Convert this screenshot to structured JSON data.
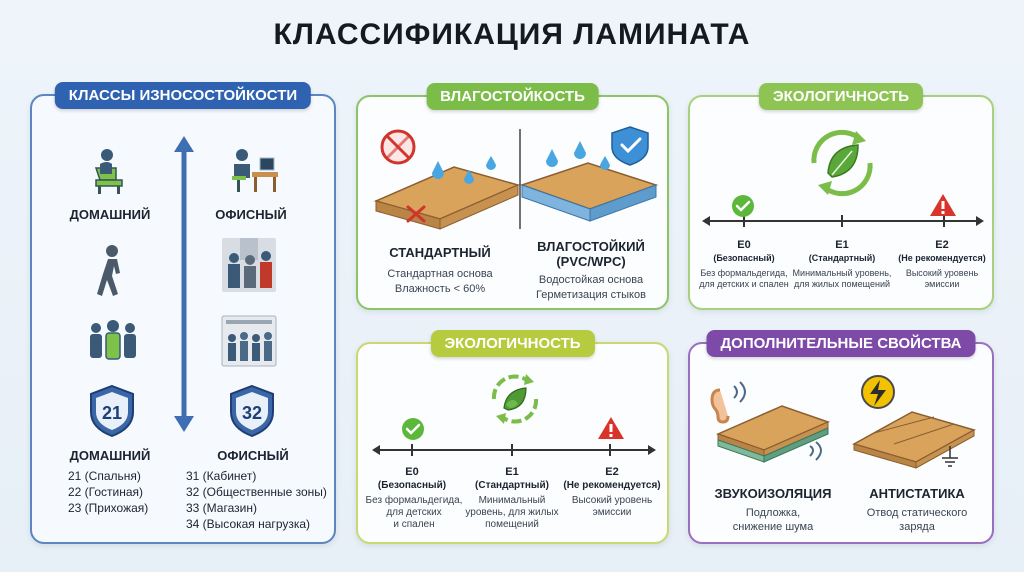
{
  "title": "КЛАССИФИКАЦИЯ ЛАМИНАТА",
  "wear": {
    "header": "КЛАССЫ ИЗНОСОСТОЙКОСТИ",
    "home_label_top": "ДОМАШНИЙ",
    "office_label_top": "ОФИСНЫЙ",
    "home_badge": "21",
    "office_badge": "32",
    "home_label": "ДОМАШНИЙ",
    "office_label": "ОФИСНЫЙ",
    "home_list": [
      "21 (Спальня)",
      "22 (Гостиная)",
      "23 (Прихожая)"
    ],
    "office_list": [
      "31 (Кабинет)",
      "32 (Общественные зоны)",
      "33 (Магазин)",
      "34 (Высокая нагрузка)"
    ]
  },
  "moisture": {
    "header": "ВЛАГОСТОЙКОСТЬ",
    "standard": {
      "title": "СТАНДАРТНЫЙ",
      "line1": "Стандартная основа",
      "line2": "Влажность < 60%"
    },
    "resistant": {
      "title": "ВЛАГОСТОЙКИЙ",
      "title2": "(PVC/WPC)",
      "line1": "Водостойкая основа",
      "line2": "Герметизация стыков"
    }
  },
  "eco1": {
    "header": "ЭКОЛОГИЧНОСТЬ",
    "levels": [
      {
        "code": "E0",
        "tag": "(Безопасный)",
        "d1": "Без формальдегида,",
        "d2": "для детских и спален"
      },
      {
        "code": "E1",
        "tag": "(Стандартный)",
        "d1": "Минимальный уровень,",
        "d2": "для жилых помещений"
      },
      {
        "code": "E2",
        "tag": "(Не рекомендуется)",
        "d1": "Высокий уровень",
        "d2": "эмиссии"
      }
    ]
  },
  "eco2": {
    "header": "ЭКОЛОГИЧНОСТЬ",
    "levels": [
      {
        "code": "E0",
        "tag": "(Безопасный)",
        "d1": "Без формальдегида,",
        "d2": "для детских",
        "d3": "и спален"
      },
      {
        "code": "E1",
        "tag": "(Стандартный)",
        "d1": "Минимальный",
        "d2": "уровень, для жилых",
        "d3": "помещений"
      },
      {
        "code": "E2",
        "tag": "(Не рекомендуется)",
        "d1": "Высокий уровень",
        "d2": "эмиссии",
        "d3": ""
      }
    ]
  },
  "extra": {
    "header": "ДОПОЛНИТЕЛЬНЫЕ СВОЙСТВА",
    "sound": {
      "title": "ЗВУКОИЗОЛЯЦИЯ",
      "line1": "Подложка,",
      "line2": "снижение шума"
    },
    "antistatic": {
      "title": "АНТИСТАТИКА",
      "line1": "Отвод статического",
      "line2": "заряда"
    }
  },
  "colors": {
    "wear": "#2f62b0",
    "moisture": "#7cbd4a",
    "eco1": "#8ec453",
    "eco2": "#b6cc3e",
    "extra": "#7e4aa7"
  }
}
